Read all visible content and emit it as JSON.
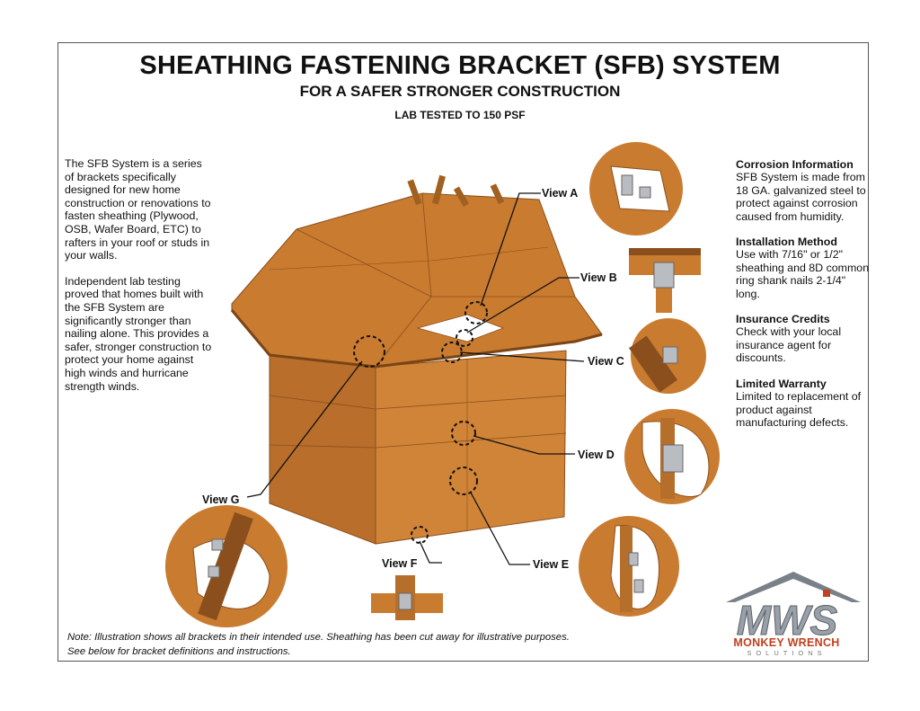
{
  "header": {
    "title": "SHEATHING FASTENING BRACKET (SFB) SYSTEM",
    "subtitle": "FOR A SAFER STRONGER CONSTRUCTION",
    "tagline": "LAB TESTED TO 150 PSF"
  },
  "left_text": {
    "p1": "The SFB System is a series of brackets specifically designed for new home construction or renovations to fasten sheathing (Plywood, OSB, Wafer Board, ETC) to rafters in your roof or studs in your walls.",
    "p2": "Independent lab testing proved that homes built with the SFB System are significantly stronger than nailing alone. This provides a safer, stronger construction to protect your home against high winds and hurricane strength winds."
  },
  "right_text": [
    {
      "heading": "Corrosion Information",
      "body": "SFB System is made from 18 GA. galvanized steel to protect against corrosion caused from humidity."
    },
    {
      "heading": "Installation Method",
      "body": "Use with 7/16\" or 1/2\" sheathing and 8D common ring shank nails 2-1/4\" long."
    },
    {
      "heading": "Insurance Credits",
      "body": "Check with your local insurance agent for discounts."
    },
    {
      "heading": "Limited Warranty",
      "body": "Limited to replacement of product against manufacturing defects."
    }
  ],
  "views": {
    "a": "View A",
    "b": "View B",
    "c": "View C",
    "d": "View D",
    "e": "View E",
    "f": "View F",
    "g": "View G"
  },
  "note": {
    "line1": "Note:  Illustration shows all brackets in their intended use.  Sheathing has been cut away for illustrative purposes.",
    "line2": "See below for bracket definitions and instructions."
  },
  "logo": {
    "letters": "MWS",
    "brand": "MONKEY WRENCH",
    "sub": "SOLUTIONS"
  },
  "colors": {
    "wood": "#c8782f",
    "wood_light": "#d98c42",
    "wood_dark": "#8a4f1c",
    "steel": "#b9bcc0",
    "logo_orange": "#c0411e"
  }
}
